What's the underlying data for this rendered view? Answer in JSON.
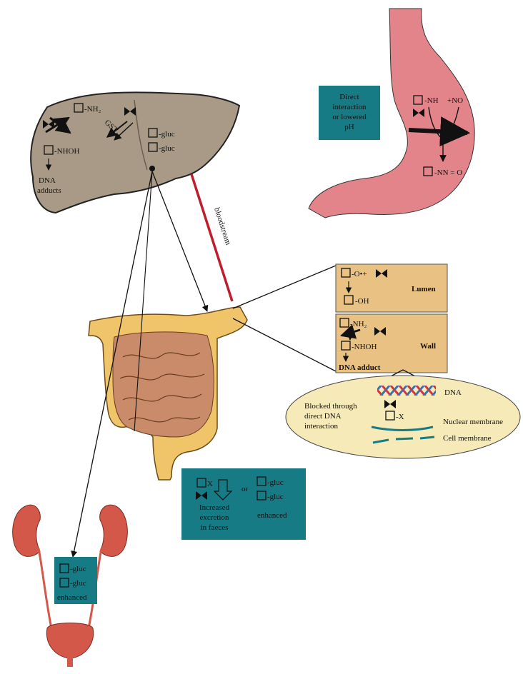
{
  "colors": {
    "liver": "#a89a86",
    "stomach": "#e3848a",
    "intestine_outer": "#f0c56a",
    "small_intestine": "#c98b6a",
    "kidney": "#d4584a",
    "teal_box": "#167b85",
    "panel": "#e9c283",
    "cell": "#f6eab8",
    "bloodstream_line": "#c01d2c",
    "dna_red": "#d9323a",
    "dna_blue": "#3d6fb3"
  },
  "liver": {
    "nh2": "-NH₂",
    "nhoh": "-NHOH",
    "dna_adducts_line1": "DNA",
    "dna_adducts_line2": "adducts",
    "gluc1": "-gluc",
    "gluc2": "-gluc",
    "enzyme_label": "GST"
  },
  "stomach": {
    "info_line1": "Direct",
    "info_line2": "interaction",
    "info_line3": "or lowered",
    "info_line4": "pH",
    "nh": "-NH",
    "no": "+NO",
    "product": "-NN = O"
  },
  "bloodstream": "bloodstream",
  "colon_panel": {
    "lumen_reactant": "-O•+",
    "lumen_product": "-OH",
    "lumen_label": "Lumen",
    "wall_nh2": "-NH₂",
    "wall_nhoh": "-NHOH",
    "wall_label": "Wall",
    "dna_adduct": "DNA adduct"
  },
  "cell": {
    "dna_label": "DNA",
    "x_label": "-X",
    "blocked_line1": "Blocked through",
    "blocked_line2": "direct DNA",
    "blocked_line3": "interaction",
    "nuclear_membrane": "Nuclear membrane",
    "cell_membrane": "Cell membrane"
  },
  "excretion_box": {
    "x_label": "X",
    "increased_line1": "Increased",
    "increased_line2": "excretion",
    "increased_line3": "in faeces",
    "or": "or",
    "gluc1": "-gluc",
    "gluc2": "-gluc",
    "enhanced": "enhanced"
  },
  "kidney_box": {
    "gluc1": "-gluc",
    "gluc2": "-gluc",
    "enhanced": "enhanced"
  }
}
